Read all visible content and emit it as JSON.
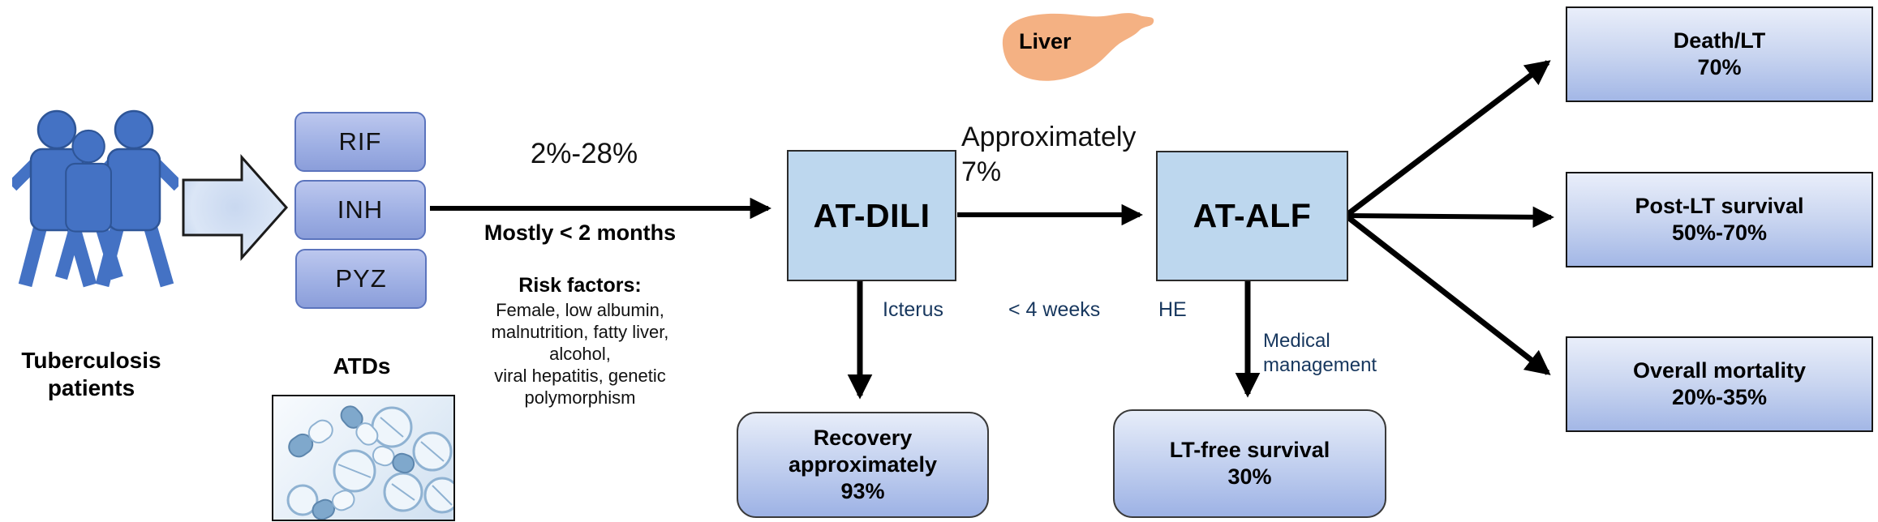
{
  "figure": {
    "patients_label": "Tuberculosis\npatients",
    "atds_label": "ATDs",
    "drugs": [
      "RIF",
      "INH",
      "PYZ"
    ],
    "stage1_arrow": {
      "above": "2%-28%",
      "below": "Mostly < 2 months"
    },
    "risk_factors": {
      "title": "Risk factors:",
      "body": "Female, low albumin,\nmalnutrition, fatty liver, alcohol,\nviral hepatitis, genetic\npolymorphism"
    },
    "at_dili_label": "AT-DILI",
    "icterus_label": "Icterus",
    "recovery_label": "Recovery\napproximately\n93%",
    "stage2_arrow": {
      "above": "Approximately\n7%",
      "below": "< 4 weeks"
    },
    "liver_label": "Liver",
    "at_alf_label": "AT-ALF",
    "he_label": "HE",
    "medical_label": "Medical\nmanagement",
    "lt_free_label": "LT-free survival\n30%",
    "outcomes": [
      {
        "label": "Death/LT\n70%"
      },
      {
        "label": "Post-LT survival\n50%-70%"
      },
      {
        "label": "Overall mortality\n20%-35%"
      }
    ]
  },
  "colors": {
    "person_blue": "#4472C4",
    "person_outline": "#2E5597",
    "flow_box_fill": "#BDD7EE",
    "drug_box_fill": "#9FB0E4",
    "drug_box_border": "#5B74BD",
    "rounded_box_fill_top": "#E7EDF9",
    "rounded_box_fill_bottom": "#9DB2E5",
    "liver_peach": "#F4B183",
    "arrow_black": "#000000",
    "label_navy": "#17375E"
  }
}
